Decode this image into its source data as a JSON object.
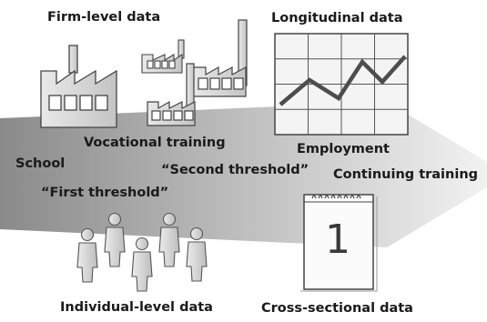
{
  "labels": {
    "firm_level": "Firm-level data",
    "longitudinal": "Longitudinal data",
    "vocational": "Vocational training",
    "employment": "Employment",
    "school": "School",
    "second_threshold": "“Second threshold”",
    "continuing": "Continuing training",
    "first_threshold": "“First threshold”",
    "individual_level": "Individual-level data",
    "cross_sectional": "Cross-sectional data"
  },
  "calendar": {
    "day": "1"
  },
  "colors": {
    "arrow_dark": "#8c8c8c",
    "arrow_light": "#ededed",
    "factory_fill": "#d9d9d9",
    "outline": "#444444",
    "chart_line": "#4d4d4d",
    "person_fill": "#cfcfcf"
  },
  "icons": {
    "factories": "factory-icon",
    "chart": "line-chart-icon",
    "people": "person-icon",
    "calendar": "calendar-icon"
  }
}
